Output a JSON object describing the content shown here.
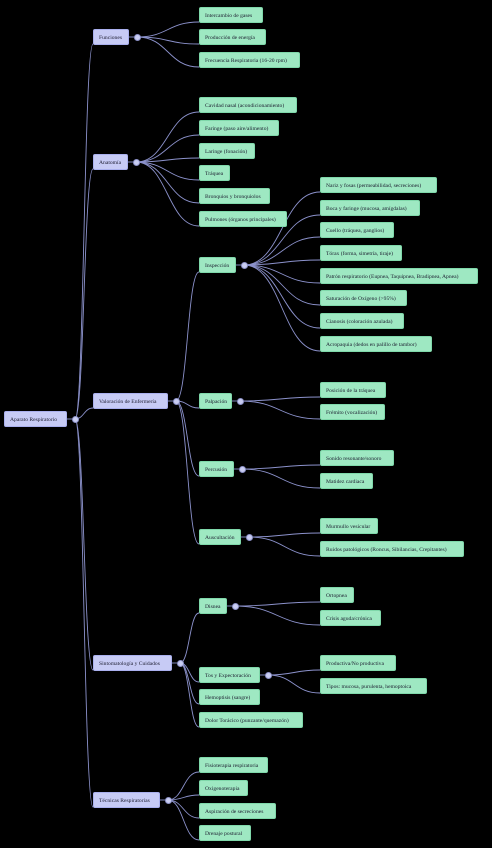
{
  "root": "Aparato Respiratorio",
  "branches": [
    {
      "label": "Funciones",
      "children": [
        {
          "label": "Intercambio de gases"
        },
        {
          "label": "Producción de energía"
        },
        {
          "label": "Frecuencia Respiratoria (16-20 rpm)"
        }
      ]
    },
    {
      "label": "Anatomía",
      "children": [
        {
          "label": "Cavidad nasal (acondicionamiento)"
        },
        {
          "label": "Faringe (paso aire/alimento)"
        },
        {
          "label": "Laringe (fonación)"
        },
        {
          "label": "Tráquea"
        },
        {
          "label": "Bronquios y bronquiolos"
        },
        {
          "label": "Pulmones (órganos principales)"
        }
      ]
    },
    {
      "label": "Valoración de Enfermería",
      "children": [
        {
          "label": "Inspección",
          "children": [
            "Nariz y fosas (permeabilidad, secreciones)",
            "Boca y faringe (mucosa, amígdalas)",
            "Cuello (tráquea, ganglios)",
            "Tórax (forma, simetría, tiraje)",
            "Patrón respiratorio (Eupnea, Taquipnea, Bradipnea, Apnea)",
            "Saturación de Oxígeno (>95%)",
            "Cianosis (coloración azulada)",
            "Acropaquia (dedos en palillo de tambor)"
          ]
        },
        {
          "label": "Palpación",
          "children": [
            "Posición de la tráquea",
            "Frémito (vocalización)"
          ]
        },
        {
          "label": "Percusión",
          "children": [
            "Sonido resonante/sonoro",
            "Matidez cardiaca"
          ]
        },
        {
          "label": "Auscultación",
          "children": [
            "Murmullo vesicular",
            "Ruidos patológicos (Roncus, Sibilancias, Crepitantes)"
          ]
        }
      ]
    },
    {
      "label": "Sintomatología y Cuidados",
      "children": [
        {
          "label": "Disnea",
          "children": [
            "Ortopnea",
            "Crisis aguda/crónica"
          ]
        },
        {
          "label": "Tos y Expectoración",
          "children": [
            "Productiva/No productiva",
            "Tipos: mucosa, purulenta, hemoptoica"
          ]
        },
        {
          "label": "Hemoptisis (sangre)"
        },
        {
          "label": "Dolor Torácico (punzante/quemazón)"
        }
      ]
    },
    {
      "label": "Técnicas Respiratorias",
      "children": [
        {
          "label": "Fisioterapia respiratoria"
        },
        {
          "label": "Oxigenoterapia"
        },
        {
          "label": "Aspiración de secreciones"
        },
        {
          "label": "Drenaje postural"
        }
      ]
    }
  ]
}
